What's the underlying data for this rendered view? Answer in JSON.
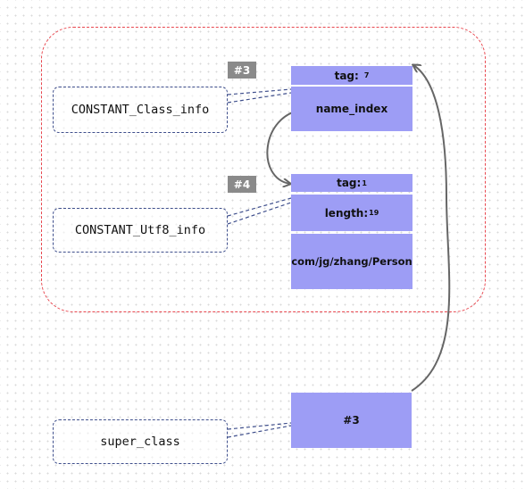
{
  "labels": {
    "class_info": "CONSTANT_Class_info",
    "utf8_info": "CONSTANT_Utf8_info",
    "super_class": "super_class"
  },
  "refs": {
    "ref3": "#3",
    "ref4": "#4"
  },
  "class_info_entry": {
    "tag_label": "tag:",
    "tag_value": "7",
    "name_index": "name_index"
  },
  "utf8_entry": {
    "tag_label": "tag:",
    "tag_value": "1",
    "length_label": "length:",
    "length_value": "19",
    "bytes": "com/jg/zhang/Person"
  },
  "super_class_value": "#3",
  "colors": {
    "cell_fill": "#9d9df5",
    "group_border": "#e8474f",
    "label_border": "#3f4f8c",
    "ref_tag_fill": "#8a8a8a",
    "arrow": "#666666"
  },
  "icons": [
    "curved-arrow-icon",
    "dashed-connector-icon"
  ]
}
